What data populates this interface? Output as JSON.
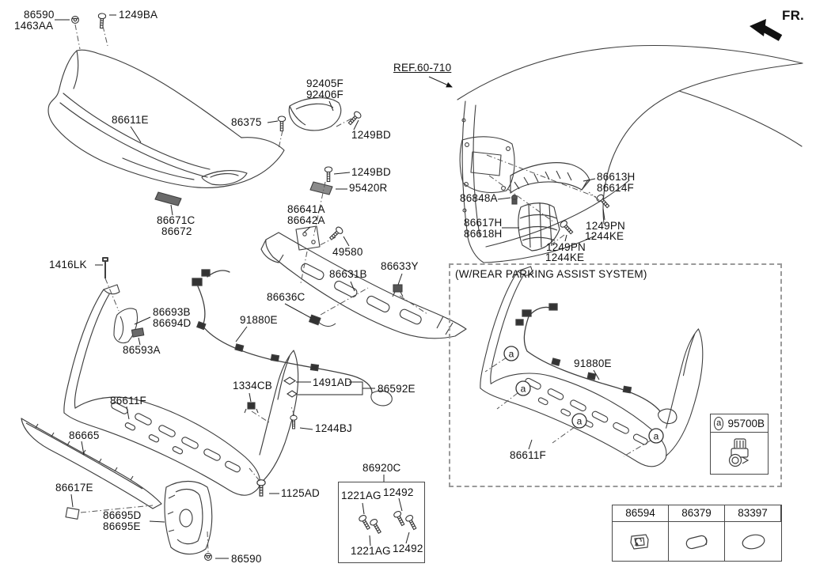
{
  "header": {
    "fr_indicator": "FR.",
    "ref_callout": "REF.60-710"
  },
  "callouts": {
    "p86590_a": "86590",
    "p1463aa": "1463AA",
    "p1249ba": "1249BA",
    "p86611e": "86611E",
    "p86375": "86375",
    "p92405f": "92405F",
    "p92406f": "92406F",
    "p1249bd_a": "1249BD",
    "p1249bd_b": "1249BD",
    "p95420r": "95420R",
    "p86641a": "86641A",
    "p86642a": "86642A",
    "p49580": "49580",
    "p86631b": "86631B",
    "p86633y": "86633Y",
    "p86636c": "86636C",
    "p91880e_a": "91880E",
    "p1416lk": "1416LK",
    "p86693b": "86693B",
    "p86694d": "86694D",
    "p86593a": "86593A",
    "p86671c": "86671C",
    "p86672": "86672",
    "p86611f_a": "86611F",
    "p86665": "86665",
    "p86617e": "86617E",
    "p86695d": "86695D",
    "p86695e": "86695E",
    "p86590_b": "86590",
    "p1125ad": "1125AD",
    "p1244bj": "1244BJ",
    "p1334cb": "1334CB",
    "p1491ad": "1491AD",
    "p86592e": "86592E",
    "p86613h": "86613H",
    "p86614f": "86614F",
    "p86848a": "86848A",
    "p86617h": "86617H",
    "p86618h": "86618H",
    "p1249pn_a": "1249PN",
    "p1244ke_a": "1244KE",
    "p1249pn_b": "1249PN",
    "p1244ke_b": "1244KE"
  },
  "parking_assist_box": {
    "title": "(W/REAR PARKING ASSIST SYSTEM)",
    "harness_label": "91880E",
    "bumper_label": "86611F",
    "sensor_marker": "a",
    "sensor_box_label": "95700B"
  },
  "hardware_kit_box": {
    "title": "86920C",
    "items": [
      "1221AG",
      "12492",
      "1221AG",
      "12492"
    ]
  },
  "plug_table": {
    "columns": [
      "86594",
      "86379",
      "83397"
    ]
  },
  "colors": {
    "line": "#3f3f3f",
    "text": "#111111",
    "background": "#ffffff"
  }
}
